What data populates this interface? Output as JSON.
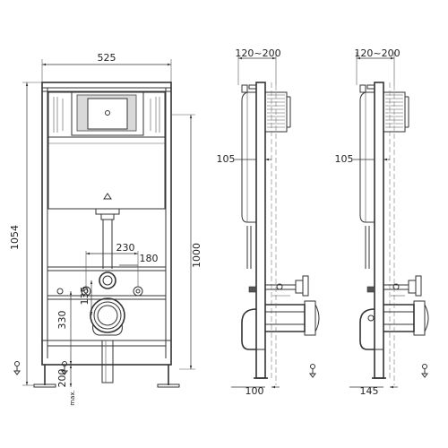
{
  "front_view": {
    "width_label": "525",
    "height_label": "1054",
    "frame_height_label": "1000",
    "outlet_spacing_label": "230",
    "outlet_spacing2_label": "180",
    "inlet_height_label": "135",
    "drain_height_label": "330",
    "foot_height_label": "200",
    "foot_height_prefix": "max."
  },
  "side_view_1": {
    "depth_label": "120~200",
    "offset_label": "105",
    "bottom_label": "100"
  },
  "side_view_2": {
    "depth_label": "120~200",
    "offset_label": "105",
    "bottom_label": "145"
  }
}
